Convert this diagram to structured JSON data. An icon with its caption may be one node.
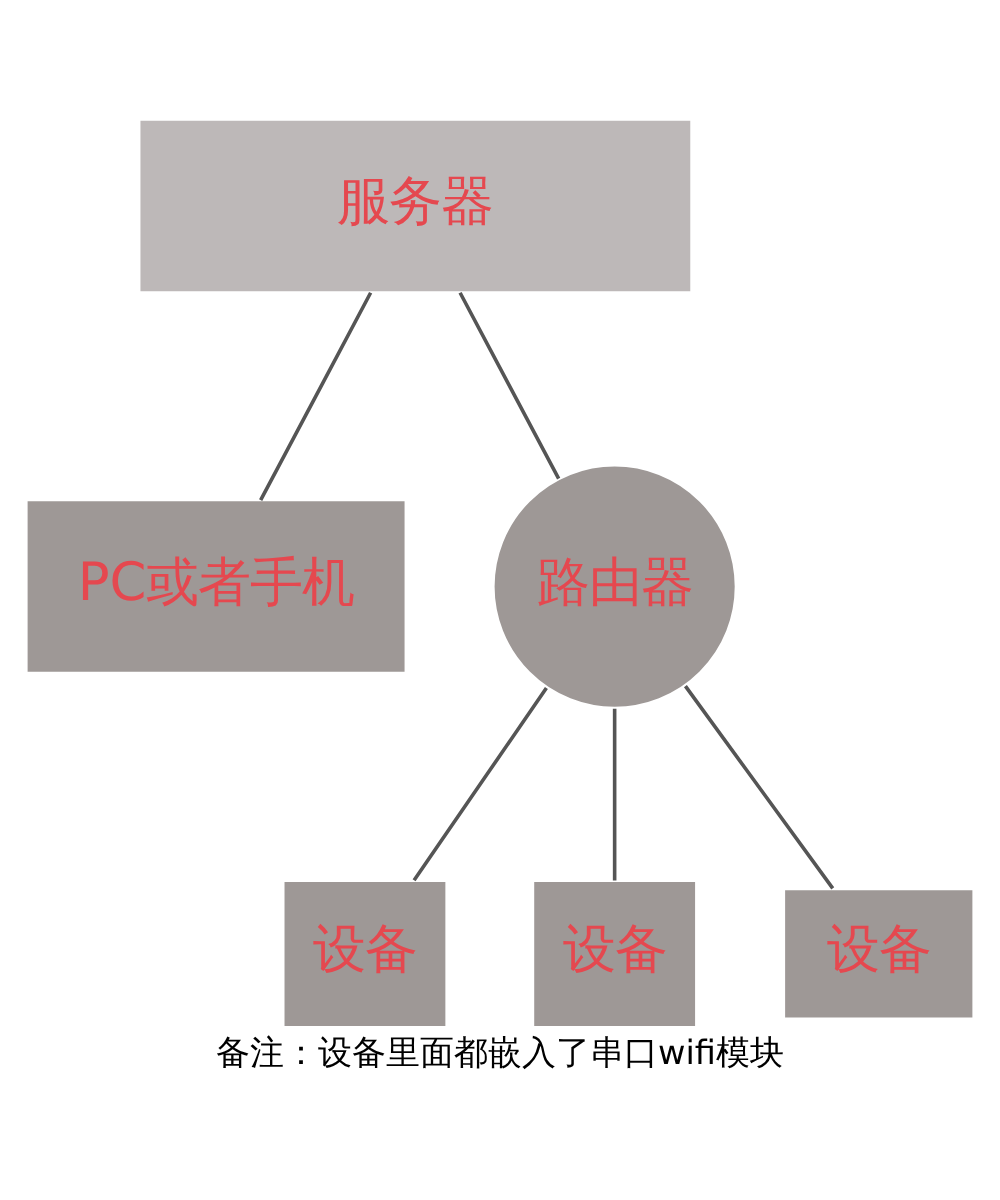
{
  "diagram": {
    "caption": "备注：设备里面都嵌入了串口wifi模块",
    "nodes": [
      {
        "text": [
          "服务器"
        ]
      },
      {
        "text": [
          "PC或者手机"
        ]
      },
      {
        "text": [
          "路由器"
        ]
      },
      {
        "text": [
          "设备"
        ]
      },
      {
        "text": [
          "设备"
        ]
      },
      {
        "text": [
          "设备"
        ]
      }
    ],
    "edges": [
      {
        "from": 0,
        "to": 1,
        "arrow": "none"
      },
      {
        "from": 0,
        "to": 2,
        "arrow": "none"
      },
      {
        "from": 2,
        "to": 3,
        "arrow": "none"
      },
      {
        "from": 2,
        "to": 4,
        "arrow": "none"
      },
      {
        "from": 2,
        "to": 5,
        "arrow": "none"
      }
    ]
  }
}
